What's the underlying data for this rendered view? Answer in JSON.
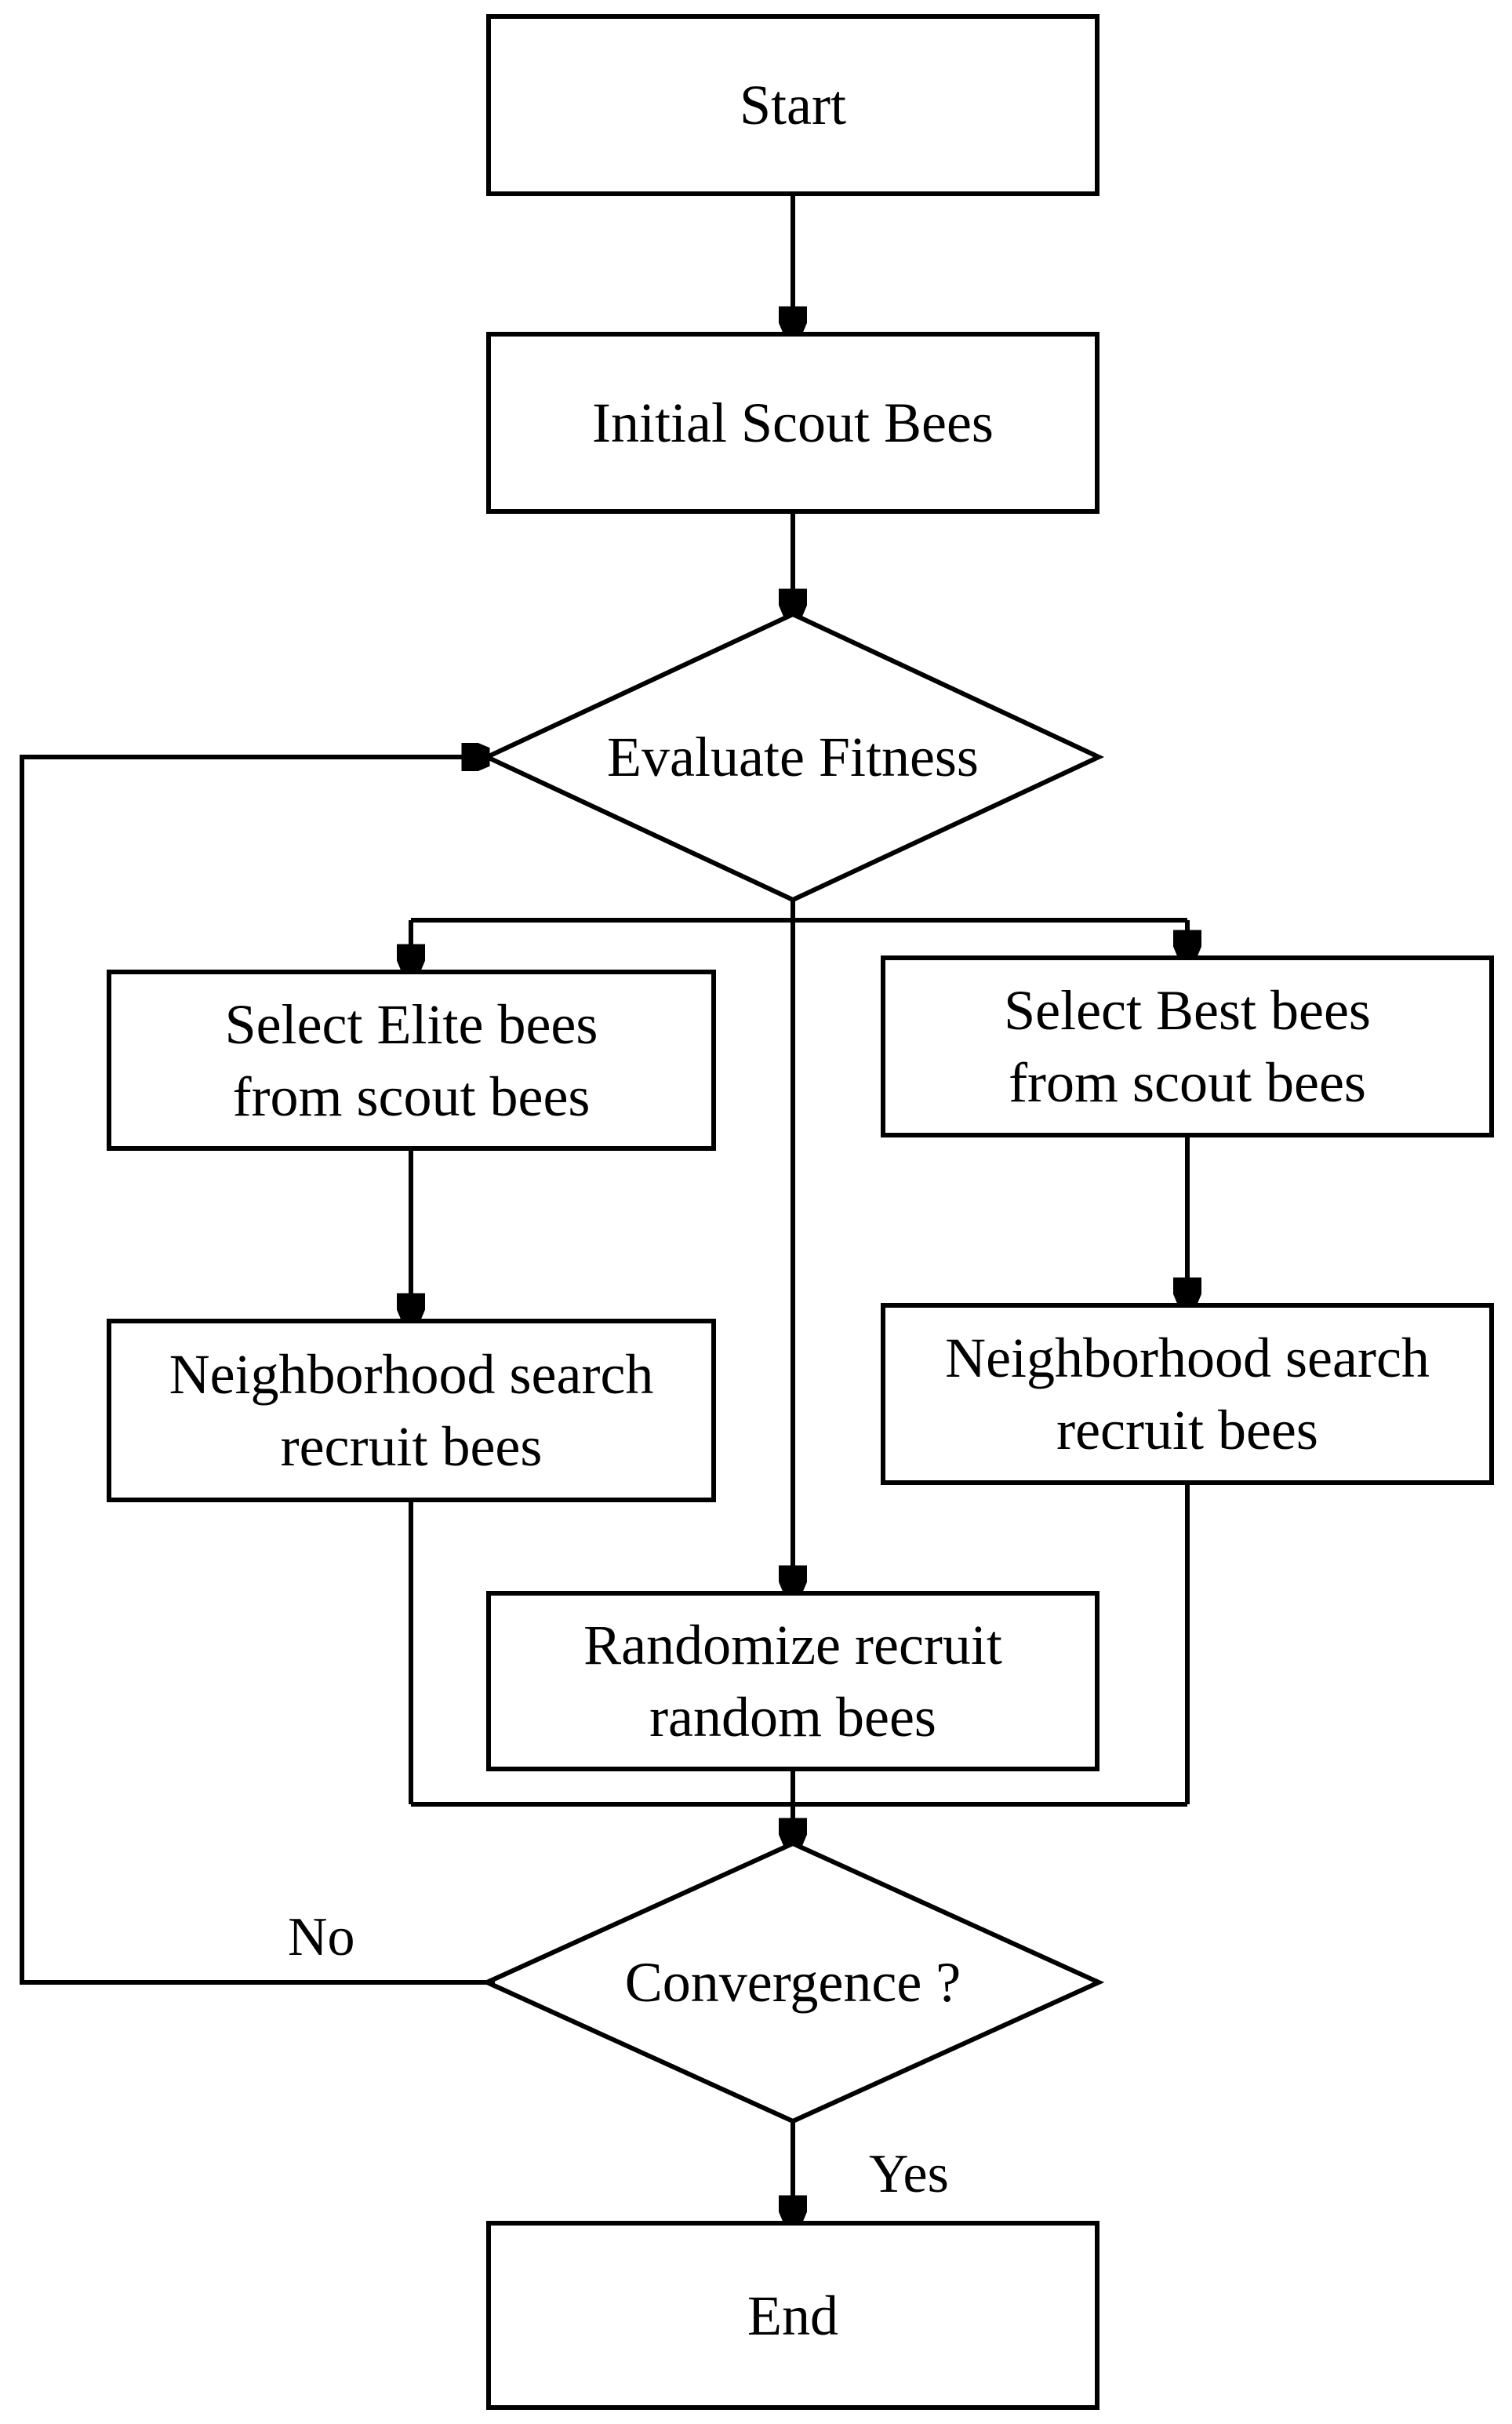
{
  "diagram": {
    "nodes": {
      "start": {
        "label": "Start"
      },
      "initial": {
        "label": "Initial Scout Bees"
      },
      "evaluate": {
        "label": "Evaluate Fitness"
      },
      "select_elite": {
        "line1": "Select Elite bees",
        "line2": "from scout bees"
      },
      "select_best": {
        "line1": "Select Best bees",
        "line2": "from scout bees"
      },
      "neighborhood_left": {
        "line1": "Neighborhood search",
        "line2": "recruit bees"
      },
      "neighborhood_right": {
        "line1": "Neighborhood search",
        "line2": "recruit bees"
      },
      "randomize": {
        "line1": "Randomize recruit",
        "line2": "random bees"
      },
      "convergence": {
        "label": "Convergence ?"
      },
      "end": {
        "label": "End"
      }
    },
    "edge_labels": {
      "no": "No",
      "yes": "Yes"
    },
    "colors": {
      "stroke": "#000000",
      "background": "#ffffff"
    }
  }
}
